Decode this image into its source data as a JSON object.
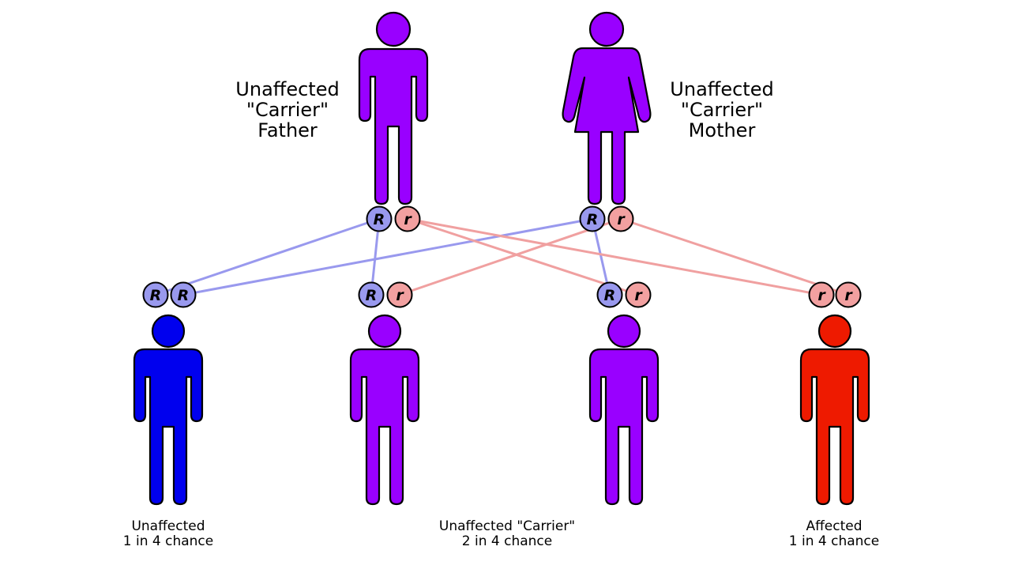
{
  "colors": {
    "carrier": "#9900ff",
    "unaffected": "#0000ee",
    "affected": "#ee1a00",
    "dominant_allele": "#9999ee",
    "recessive_allele": "#f2a0a0",
    "dominant_line": "#9999ee",
    "recessive_line": "#f0a0a0"
  },
  "father": {
    "label_lines": [
      "Unaffected",
      "\"Carrier\"",
      "Father"
    ],
    "alleles": [
      "R",
      "r"
    ]
  },
  "mother": {
    "label_lines": [
      "Unaffected",
      "\"Carrier\"",
      "Mother"
    ],
    "alleles": [
      "R",
      "r"
    ]
  },
  "children": [
    {
      "alleles": [
        "R",
        "R"
      ],
      "status": "unaffected",
      "icon": "male-figure-icon"
    },
    {
      "alleles": [
        "R",
        "r"
      ],
      "status": "carrier",
      "icon": "male-figure-icon"
    },
    {
      "alleles": [
        "R",
        "r"
      ],
      "status": "carrier",
      "icon": "male-figure-icon"
    },
    {
      "alleles": [
        "r",
        "r"
      ],
      "status": "affected",
      "icon": "male-figure-icon"
    }
  ],
  "outcomes": [
    {
      "lines": [
        "Unaffected",
        "1 in 4 chance"
      ]
    },
    {
      "lines": [
        "Unaffected \"Carrier\"",
        "2 in 4 chance"
      ]
    },
    {
      "lines": [
        "Affected",
        "1 in 4 chance"
      ]
    }
  ]
}
